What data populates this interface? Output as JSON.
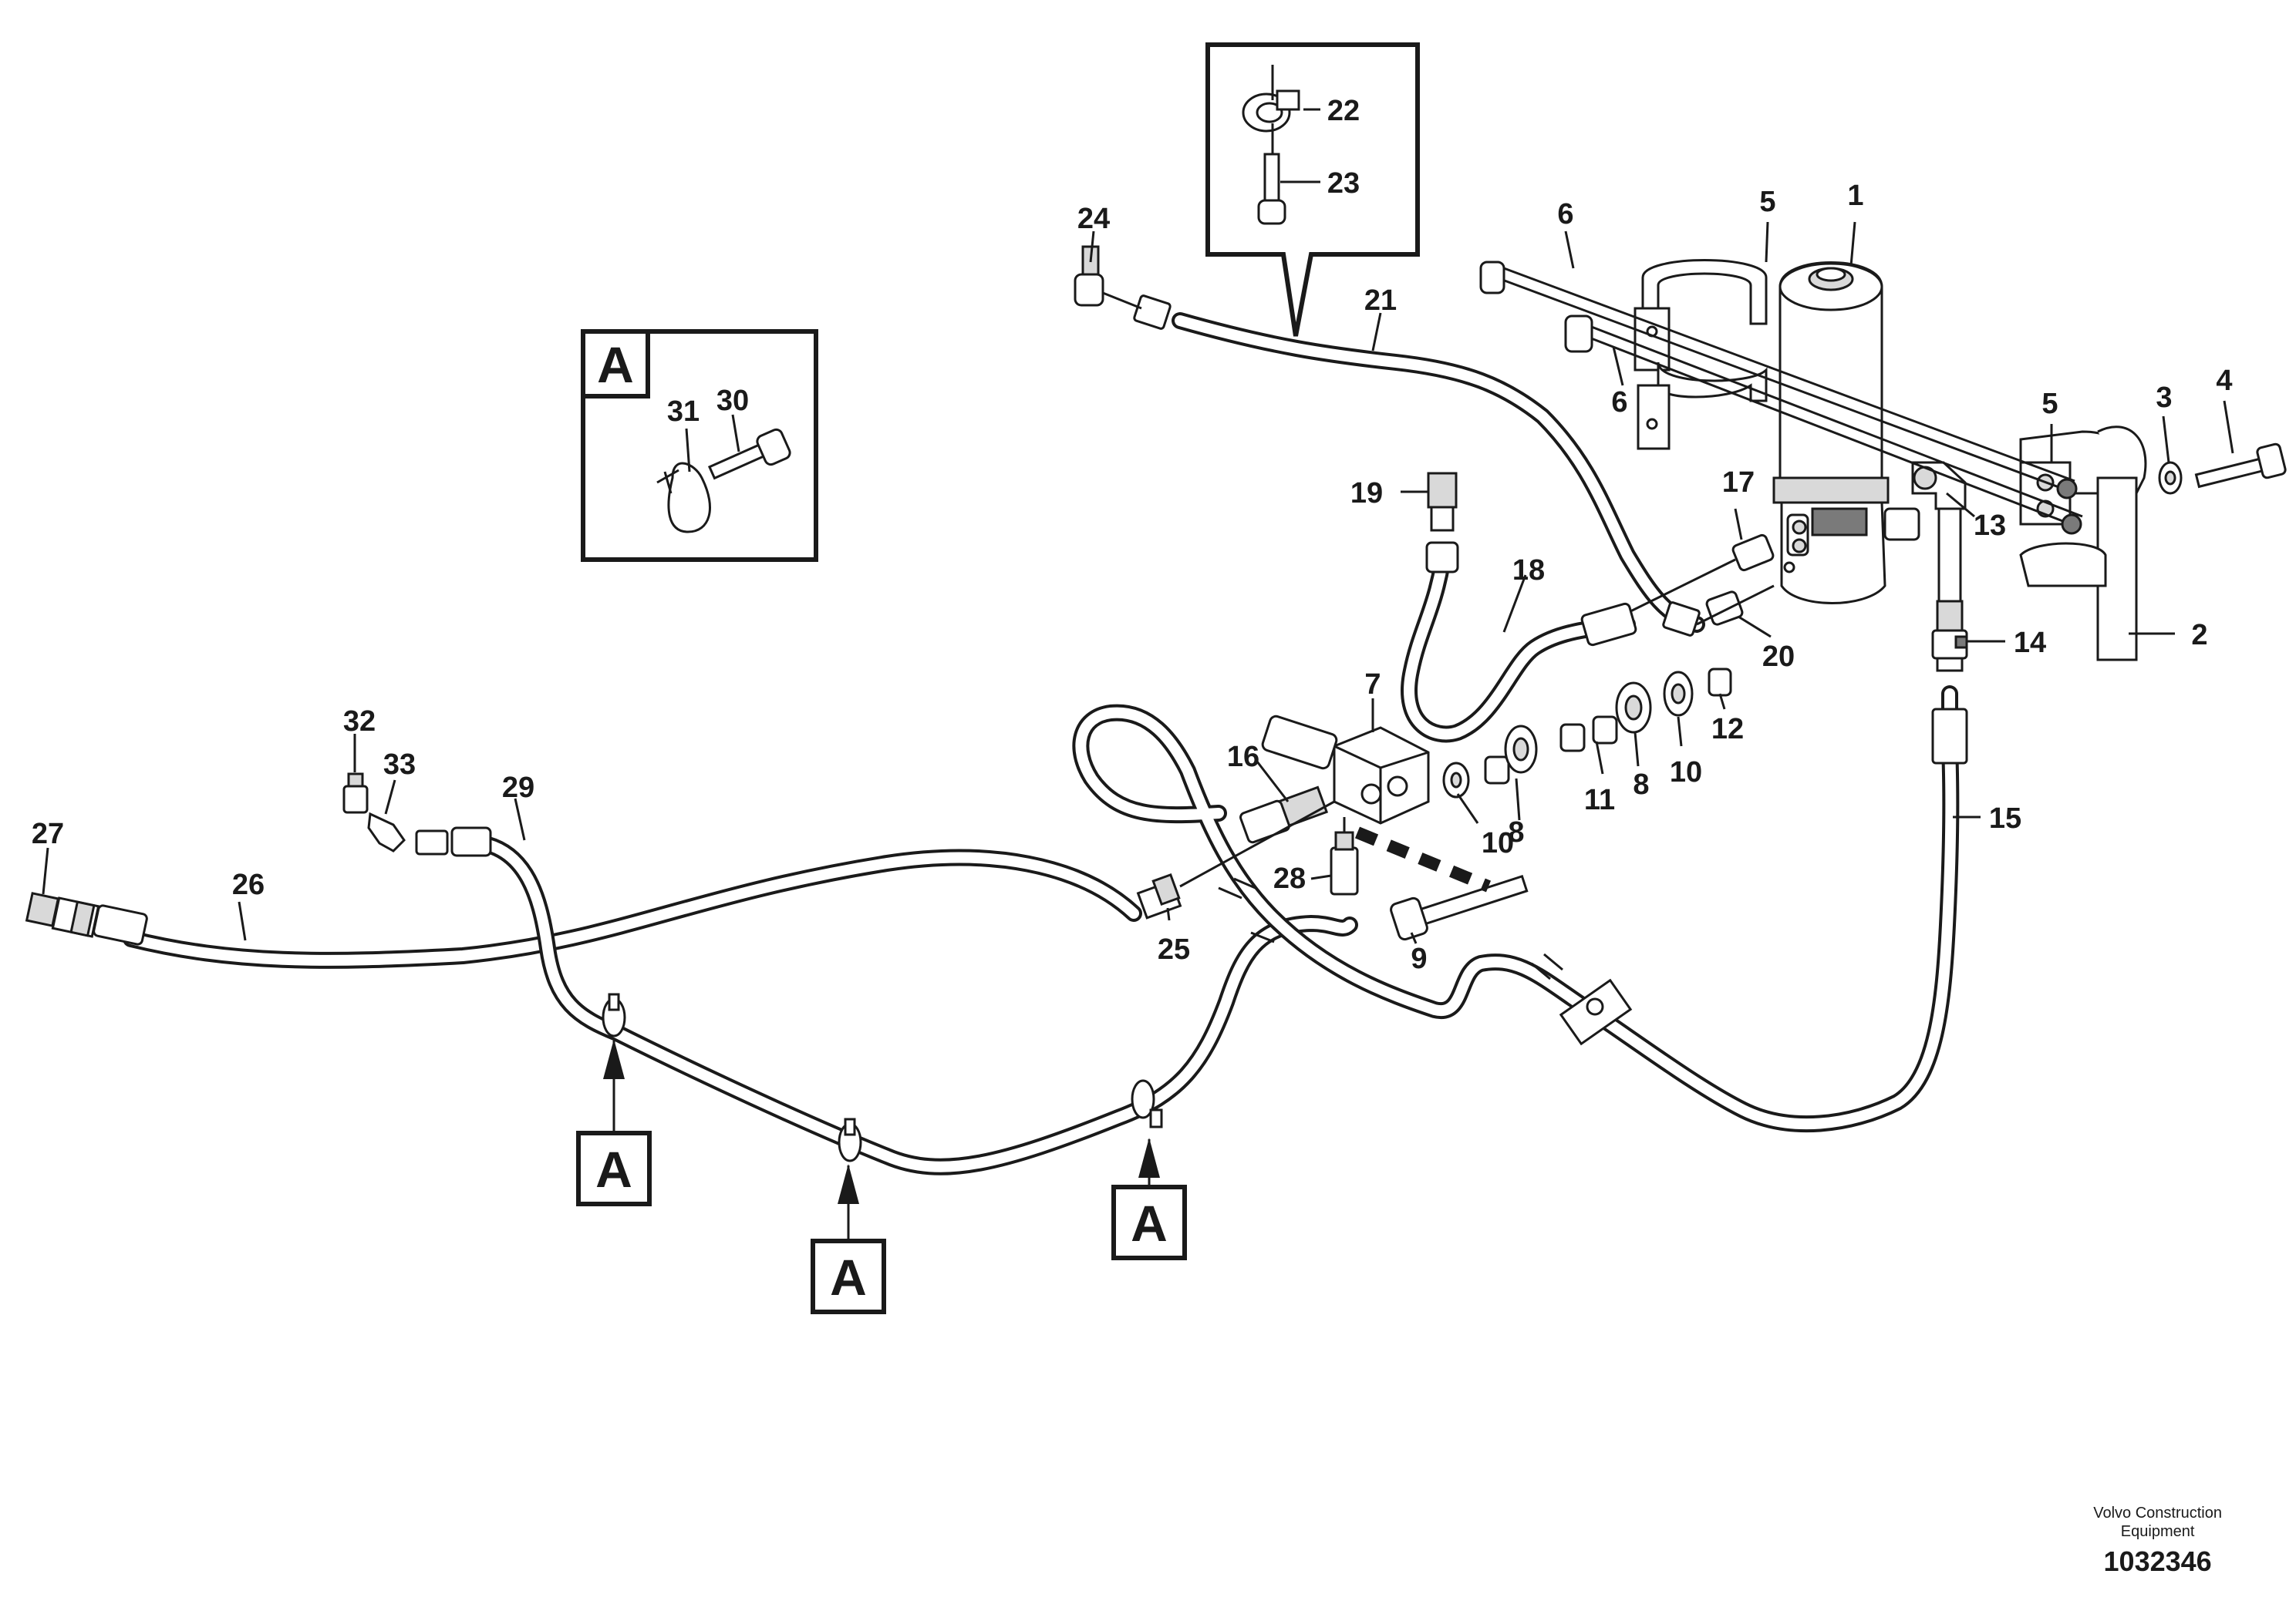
{
  "callouts": {
    "c1": "1",
    "c2": "2",
    "c3": "3",
    "c4": "4",
    "c5a": "5",
    "c5b": "5",
    "c6a": "6",
    "c6b": "6",
    "c7": "7",
    "c8a": "8",
    "c8b": "8",
    "c9": "9",
    "c10a": "10",
    "c10b": "10",
    "c11": "11",
    "c12": "12",
    "c13": "13",
    "c14": "14",
    "c15": "15",
    "c16": "16",
    "c17": "17",
    "c18": "18",
    "c19": "19",
    "c20": "20",
    "c21": "21",
    "c22": "22",
    "c23": "23",
    "c24": "24",
    "c25": "25",
    "c26": "26",
    "c27": "27",
    "c28": "28",
    "c29": "29",
    "c30": "30",
    "c31": "31",
    "c32": "32",
    "c33": "33"
  },
  "detail_markers": {
    "inset": "A",
    "marker1": "A",
    "marker2": "A",
    "marker3": "A"
  },
  "footer": {
    "brand_line1": "Volvo Construction",
    "brand_line2": "Equipment",
    "drawing_number": "1032346"
  }
}
